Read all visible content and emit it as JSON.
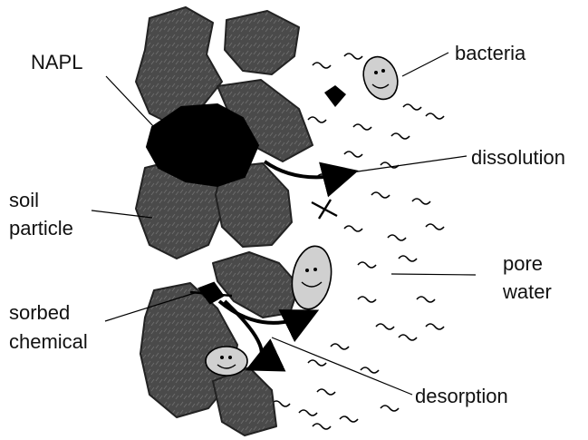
{
  "labels": {
    "napl": "NAPL",
    "bacteria": "bacteria",
    "dissolution": "dissolution",
    "soil_line1": "soil",
    "soil_line2": "particle",
    "pore_line1": "pore",
    "pore_line2": "water",
    "sorbed_line1": "sorbed",
    "sorbed_line2": "chemical",
    "desorption": "desorption"
  },
  "colors": {
    "soil_particle": "#4a4a4a",
    "napl": "#000000",
    "bacteria_fill": "#d0d0d0",
    "text": "#111111"
  }
}
